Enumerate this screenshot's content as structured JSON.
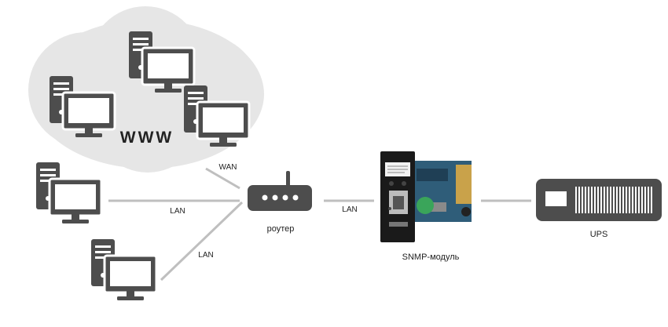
{
  "internet": {
    "label": "WWW"
  },
  "links": {
    "wan": "WAN",
    "lan_pc1": "LAN",
    "lan_pc2": "LAN",
    "lan_snmp": "LAN"
  },
  "nodes": {
    "router": "роутер",
    "snmp": "SNMP-модуль",
    "ups": "UPS"
  },
  "colors": {
    "cloud": "#e6e6e6",
    "device": "#4d4d4d",
    "line": "#bfbfbf",
    "pcb": "#2f5d79",
    "led_green": "#3aa55a"
  }
}
